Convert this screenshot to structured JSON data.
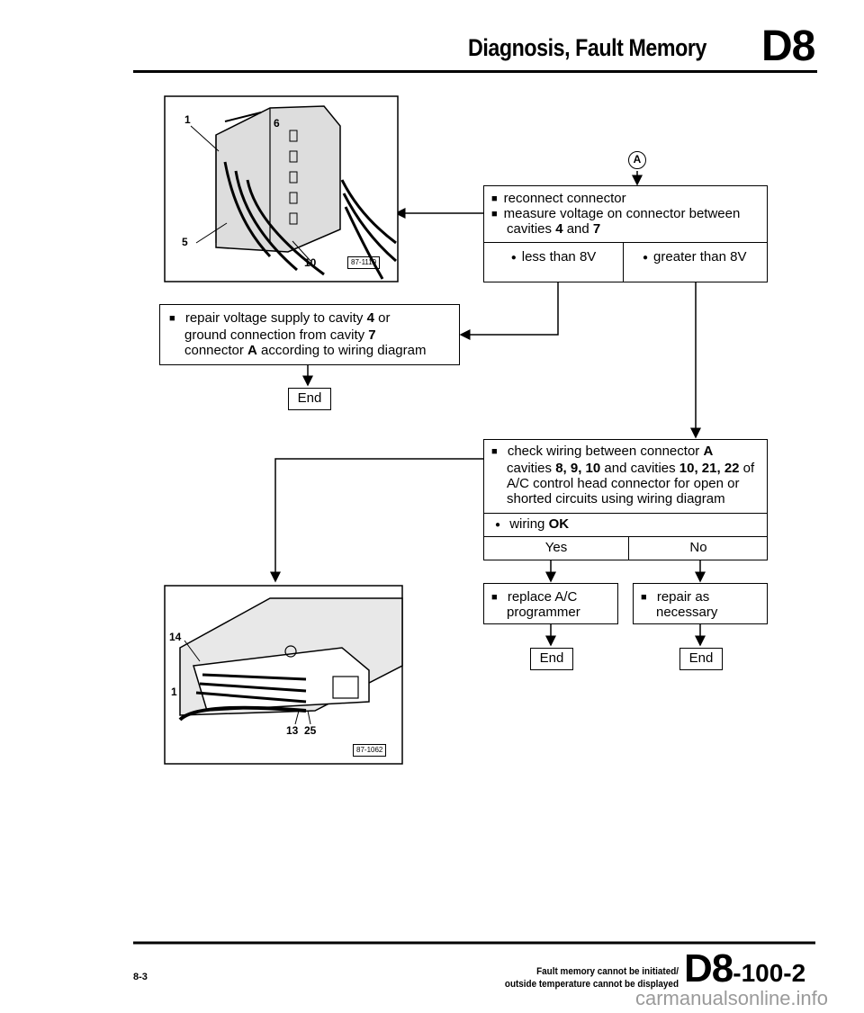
{
  "header": {
    "title": "Diagnosis, Fault Memory",
    "code": "D8"
  },
  "figure_top": {
    "labels": [
      "1",
      "6",
      "5",
      "10"
    ],
    "code": "87-1119"
  },
  "marker": "A",
  "box_measure": {
    "line1": "reconnect connector",
    "line2": "measure voltage on connector between",
    "line3_pre": "cavities ",
    "line3_b1": "4",
    "line3_mid": " and ",
    "line3_b2": "7",
    "opt_left": "less than 8V",
    "opt_right": "greater than 8V"
  },
  "box_repair": {
    "l1_pre": "repair voltage supply to cavity ",
    "l1_b": "4",
    "l1_post": " or",
    "l2_pre": "ground connection from cavity ",
    "l2_b": "7",
    "l3_pre": "connector ",
    "l3_b": "A",
    "l3_post": " according to wiring diagram"
  },
  "end_label": "End",
  "box_check": {
    "l1_pre": "check wiring between connector ",
    "l1_b": "A",
    "l2_pre": "cavities ",
    "l2_b": "8, 9, 10",
    "l2_mid": " and cavities ",
    "l2_b2": "10, 21, 22",
    "l2_post": " of",
    "l3": "A/C control head connector for open or",
    "l4": "shorted circuits using wiring diagram",
    "status_pre": "wiring ",
    "status_b": "OK",
    "yes": "Yes",
    "no": "No"
  },
  "box_replace": {
    "l1": "replace A/C",
    "l2": "programmer"
  },
  "box_repair_nec": {
    "l1": "repair as",
    "l2": "necessary"
  },
  "figure_bottom": {
    "labels": [
      "14",
      "1",
      "13",
      "25"
    ],
    "code": "87-1062"
  },
  "footer": {
    "page": "8-3",
    "note_l1": "Fault memory cannot be initiated/",
    "note_l2": "outside temperature cannot be displayed",
    "code": "D8",
    "sub": "-100-2"
  },
  "watermark": "carmanualsonline.info"
}
